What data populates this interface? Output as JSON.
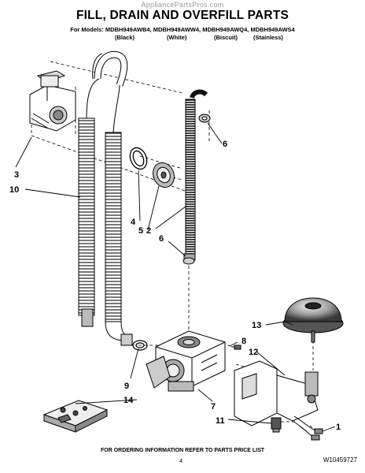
{
  "watermark": "AppliancePartsPros.com",
  "title": "FILL, DRAIN AND OVERFILL PARTS",
  "models_line": "For Models: MDBH949AWB4, MDBH949AWW4, MDBH949AWQ4, MDBH949AWS4",
  "colors": [
    "(Black)",
    "(White)",
    "(Biscuit)",
    "(Stainless)"
  ],
  "callouts": {
    "c1": "1",
    "c2": "2",
    "c3": "3",
    "c4": "4",
    "c5": "5",
    "c6a": "6",
    "c6b": "6",
    "c7": "7",
    "c8": "8",
    "c9": "9",
    "c10": "10",
    "c11": "11",
    "c12": "12",
    "c13": "13",
    "c14": "14"
  },
  "footer_text": "FOR ORDERING INFORMATION REFER TO PARTS PRICE LIST",
  "page_number": "4",
  "document_number": "W10459727"
}
